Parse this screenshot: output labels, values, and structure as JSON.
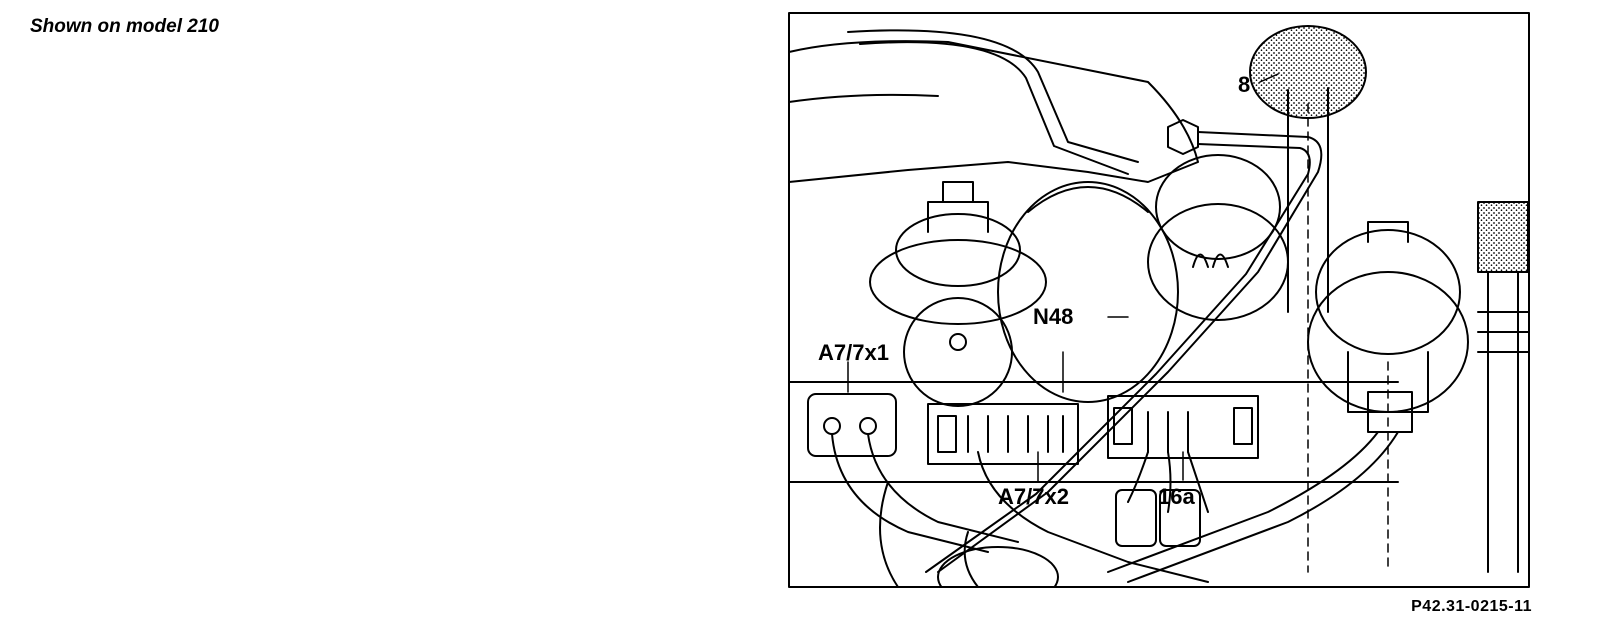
{
  "caption": "Shown on model 210",
  "reference_code": "P42.31-0215-11",
  "labels": {
    "item_8": "8",
    "n48": "N48",
    "a7_7x1": "A7/7x1",
    "a7_7x2": "A7/7x2",
    "item_16a": "16a"
  }
}
